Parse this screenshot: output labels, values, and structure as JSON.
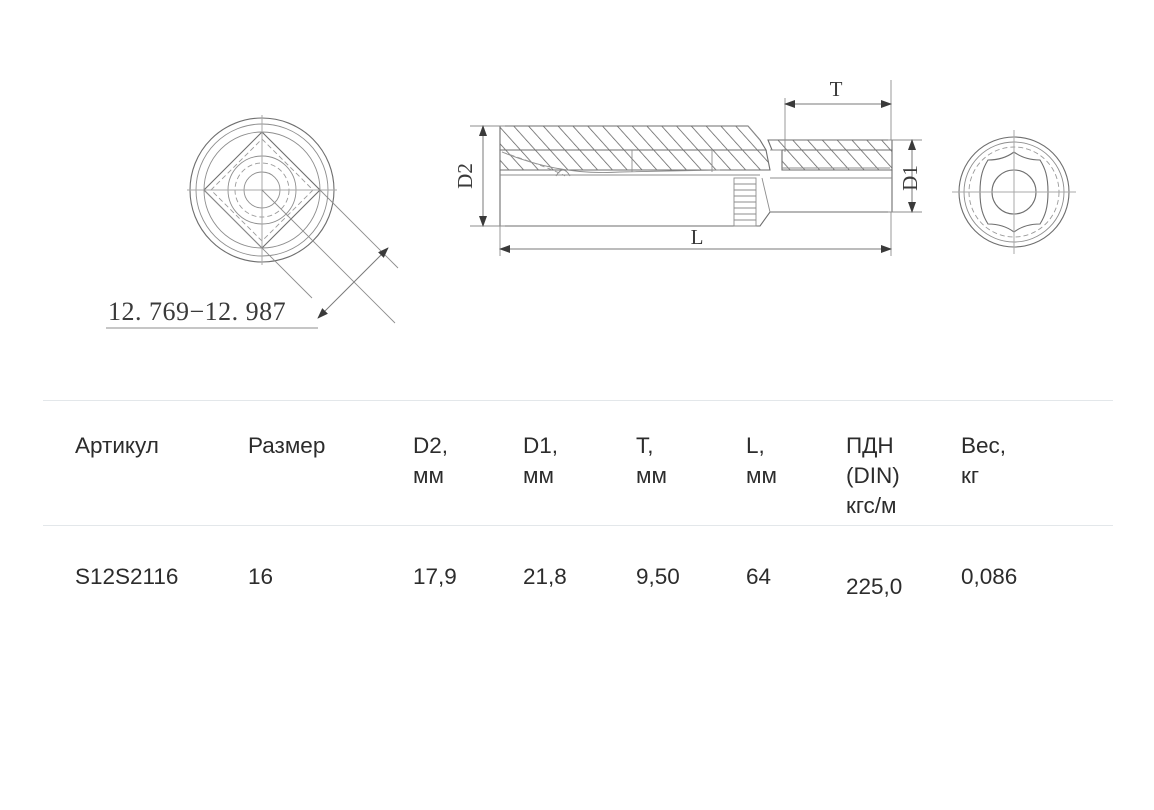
{
  "drawing": {
    "tolerance_note": "12. 769−12. 987",
    "dimension_labels": {
      "d2": "D2",
      "d1": "D1",
      "t": "T",
      "l": "L"
    },
    "views": {
      "left": "square-drive-end-view",
      "center": "socket-cross-section-side-view",
      "right": "hex-socket-end-view"
    }
  },
  "table": {
    "headers": [
      {
        "line1": "Артикул",
        "line2": "",
        "line3": ""
      },
      {
        "line1": "Размер",
        "line2": "",
        "line3": ""
      },
      {
        "line1": "D2,",
        "line2": "мм",
        "line3": ""
      },
      {
        "line1": "D1,",
        "line2": "мм",
        "line3": ""
      },
      {
        "line1": "T,",
        "line2": "мм",
        "line3": ""
      },
      {
        "line1": "L,",
        "line2": "мм",
        "line3": ""
      },
      {
        "line1": "ПДН",
        "line2": "(DIN)",
        "line3": "кгс/м"
      },
      {
        "line1": "Вес,",
        "line2": "кг",
        "line3": ""
      }
    ],
    "rows": [
      {
        "article": "S12S2116",
        "size": "16",
        "d2": "17,9",
        "d1": "21,8",
        "t": "9,50",
        "l": "64",
        "pdn": "225,0",
        "weight": "0,086"
      }
    ]
  },
  "colors": {
    "background": "#ffffff",
    "text": "#2c2c2c",
    "rule": "#e3e7ea",
    "line": "#6e6e6e"
  }
}
